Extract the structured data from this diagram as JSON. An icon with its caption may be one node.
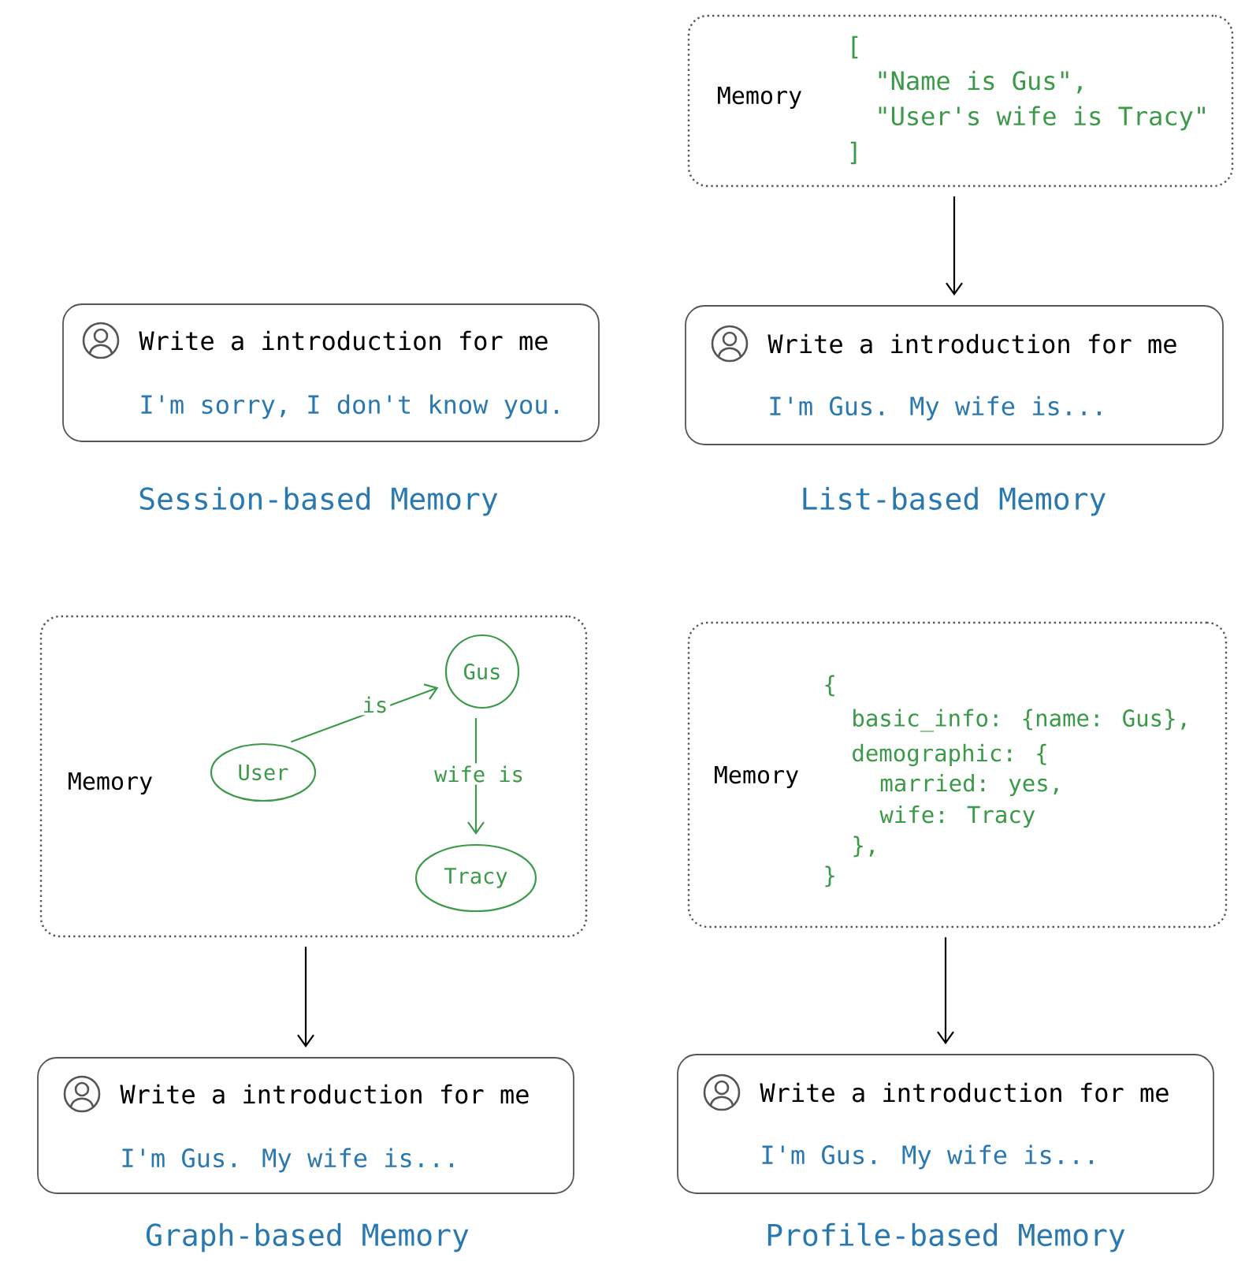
{
  "diagram": {
    "nodes": [
      {
        "text": [
          "Memory",
          "[",
          "\"Name is Gus\",",
          "\"User's wife is Tracy\"",
          "]"
        ]
      },
      {
        "text": [
          "Write a introduction for me",
          "I'm sorry, I don't know you."
        ],
        "beside": [
          "Session-based Memory"
        ]
      },
      {
        "text": [
          "Write a introduction for me",
          "I'm Gus. My wife is..."
        ],
        "beside": [
          "List-based Memory"
        ]
      },
      {
        "text": [
          "Memory"
        ]
      },
      {
        "text": [
          "User"
        ],
        "in": 3
      },
      {
        "text": [
          "Gus"
        ],
        "in": 3
      },
      {
        "text": [
          "Tracy"
        ],
        "in": 3
      },
      {
        "text": [
          "Memory",
          "{",
          "basic_info: {name: Gus},",
          "demographic: {",
          "married: yes,",
          "wife: Tracy",
          "},",
          "}"
        ]
      },
      {
        "text": [
          "Write a introduction for me",
          "I'm Gus. My wife is..."
        ],
        "beside": [
          "Graph-based Memory"
        ]
      },
      {
        "text": [
          "Write a introduction for me",
          "I'm Gus. My wife is..."
        ],
        "beside": [
          "Profile-based Memory"
        ]
      }
    ],
    "edges": [
      {
        "from": 0,
        "to": 2,
        "arrow": "to"
      },
      {
        "from": 4,
        "to": 5,
        "arrow": "to",
        "label": "is",
        "color": "#3a9a48"
      },
      {
        "from": 5,
        "to": 6,
        "arrow": "to",
        "label": "wife is",
        "color": "#3a9a48"
      },
      {
        "from": 3,
        "to": 8,
        "arrow": "to"
      },
      {
        "from": 7,
        "to": 9,
        "arrow": "to"
      }
    ]
  }
}
